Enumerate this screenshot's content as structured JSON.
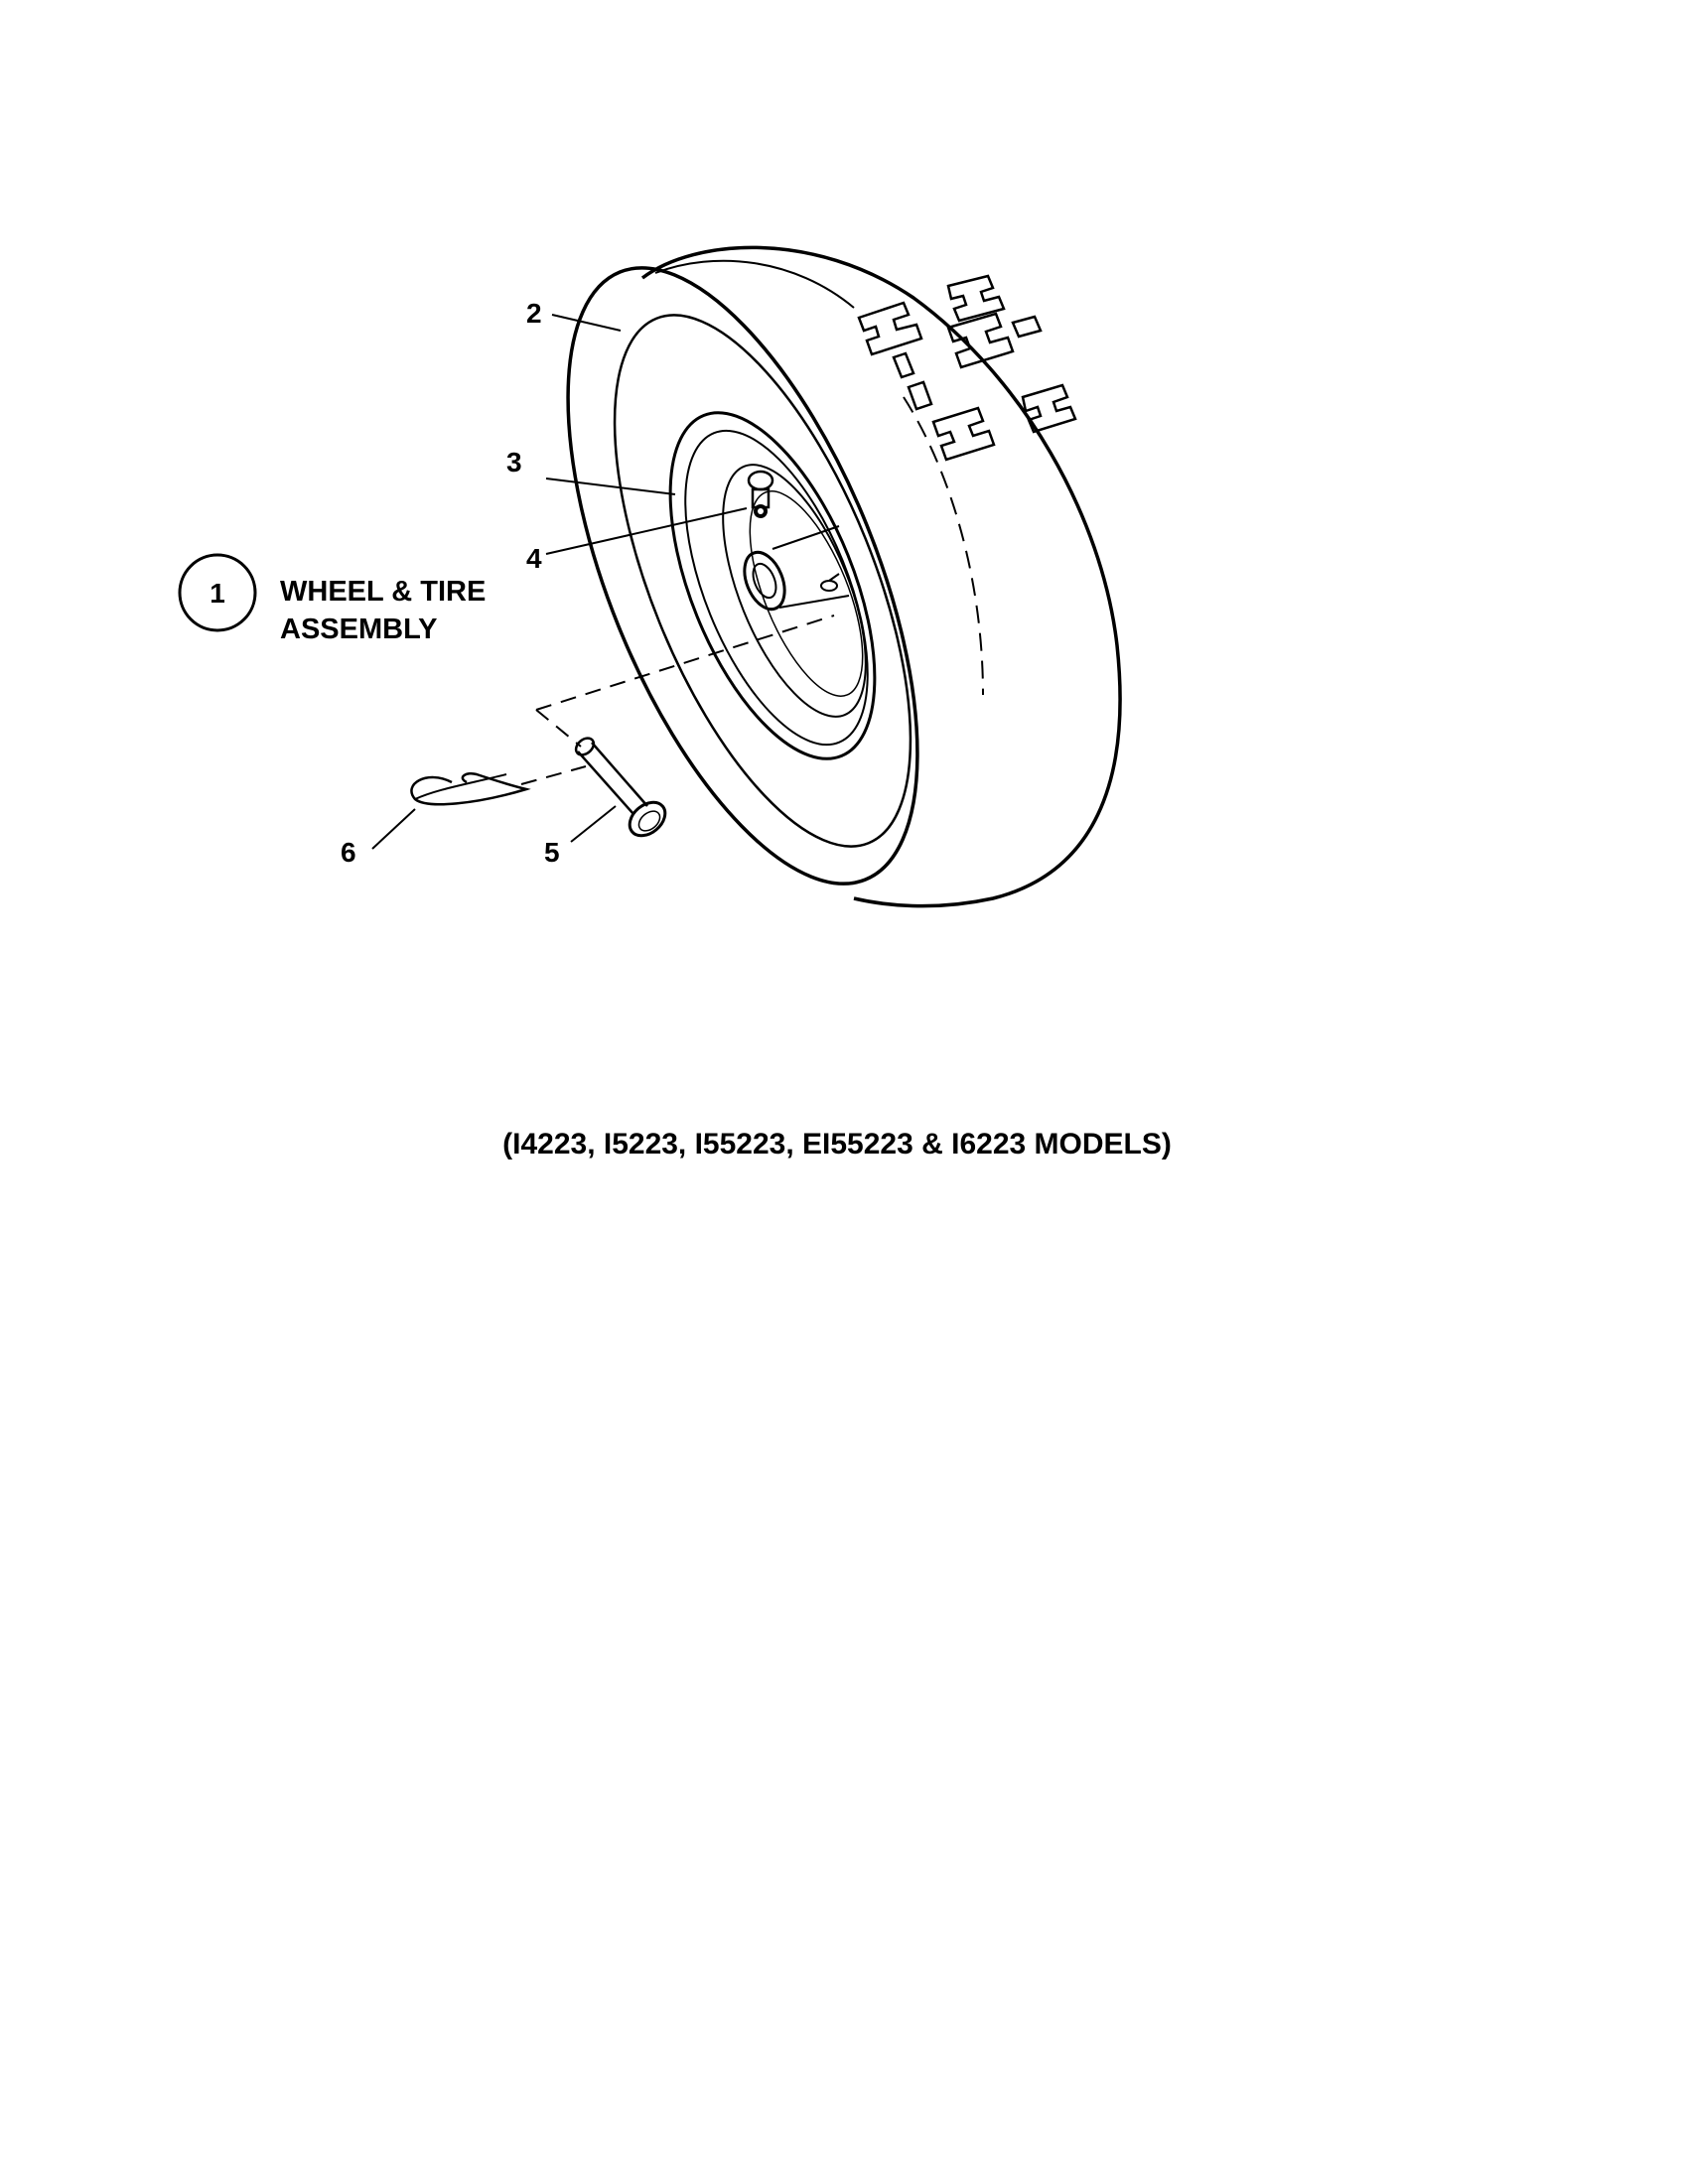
{
  "callouts": {
    "c1": "1",
    "c2": "2",
    "c3": "3",
    "c4": "4",
    "c5": "5",
    "c6": "6"
  },
  "assembly": {
    "line1": "WHEEL & TIRE",
    "line2": "ASSEMBLY"
  },
  "caption": "(I4223, I5223, I55223, EI55223 & I6223 MODELS)"
}
